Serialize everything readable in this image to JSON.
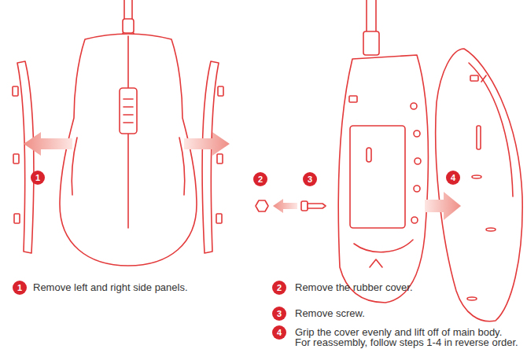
{
  "diagram": {
    "nodes": [
      {
        "text": [
          "1"
        ]
      },
      {
        "text": [
          "2"
        ]
      },
      {
        "text": [
          "3"
        ]
      },
      {
        "text": [
          "4"
        ]
      },
      {
        "text": [
          "1"
        ]
      },
      {
        "text": [
          "2"
        ]
      },
      {
        "text": [
          "3"
        ]
      },
      {
        "text": [
          "4"
        ]
      }
    ],
    "labels": [
      "Remove left and right side panels.",
      "Remove the rubber cover.",
      "Remove screw.",
      "Grip the cover evenly and lift off of main body.",
      "For reassembly, follow steps 1-4 in reverse order."
    ]
  }
}
